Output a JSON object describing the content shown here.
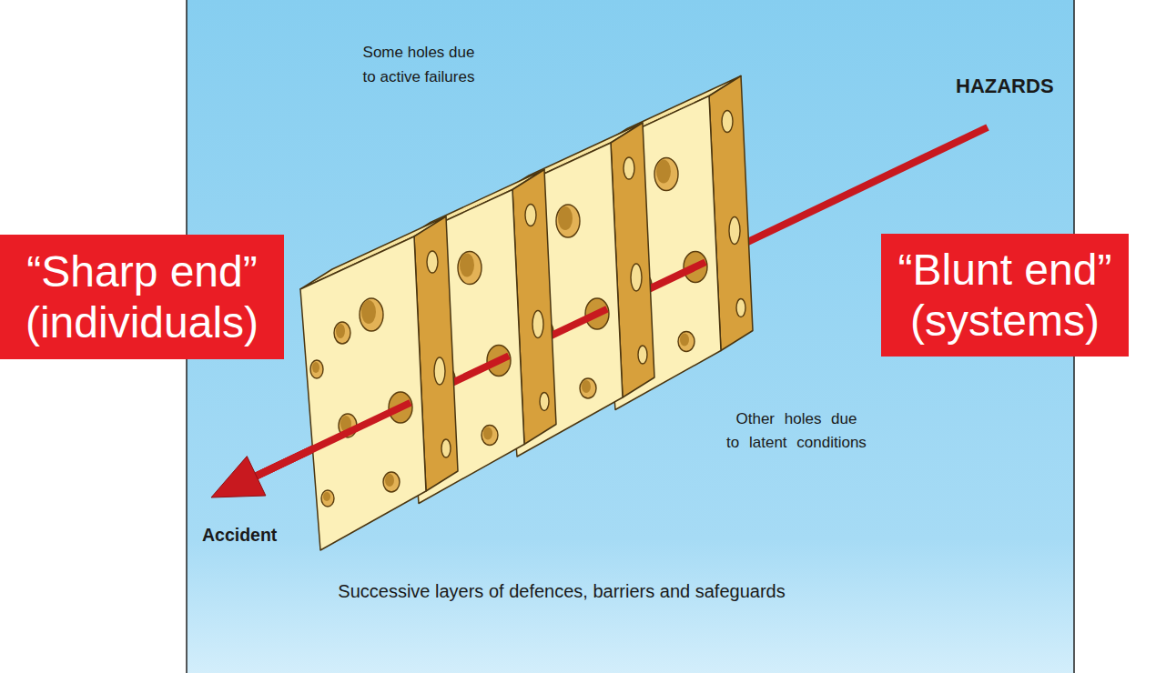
{
  "diagram": {
    "nodes": [
      {
        "text": [
          "“Sharp end” (individuals)"
        ]
      },
      {
        "text": [
          "“Blunt end” (systems)"
        ]
      }
    ],
    "labels": [
      "Some holes due to active failures",
      "HAZARDS",
      "Other holes due to latent conditions",
      "Accident",
      "Successive layers of defences, barriers and safeguards"
    ]
  }
}
